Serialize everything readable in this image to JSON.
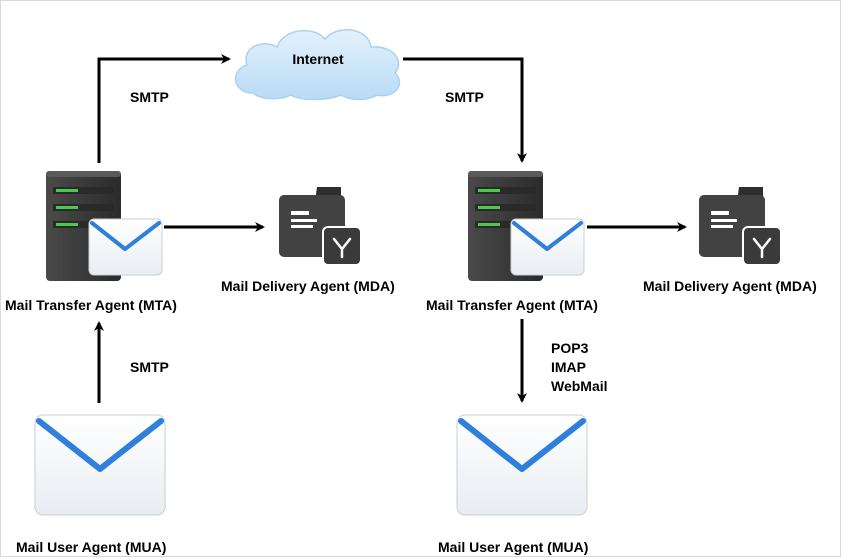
{
  "nodes": {
    "internet": {
      "label": "Internet"
    },
    "mta_left": {
      "label": "Mail Transfer Agent (MTA)"
    },
    "mta_right": {
      "label": "Mail Transfer Agent (MTA)"
    },
    "mda_left": {
      "label": "Mail Delivery Agent (MDA)"
    },
    "mda_right": {
      "label": "Mail Delivery Agent (MDA)"
    },
    "mua_left": {
      "label": "Mail User Agent (MUA)"
    },
    "mua_right": {
      "label": "Mail User Agent (MUA)"
    }
  },
  "edges": {
    "mta_to_internet": {
      "label": "SMTP"
    },
    "internet_to_mta": {
      "label": "SMTP"
    },
    "mua_to_mta": {
      "label": "SMTP"
    },
    "mta_to_mua": {
      "labels": [
        "POP3",
        "IMAP",
        "WebMail"
      ]
    }
  },
  "colors": {
    "cloud_fill": "#cfe6f8",
    "cloud_edge": "#a9d2f1",
    "server_body": "#3b3b3b",
    "server_led": "#4cc94c",
    "envelope_edge": "#2f7fdd",
    "mda_body": "#3f3f3f",
    "arrow": "#000000"
  }
}
